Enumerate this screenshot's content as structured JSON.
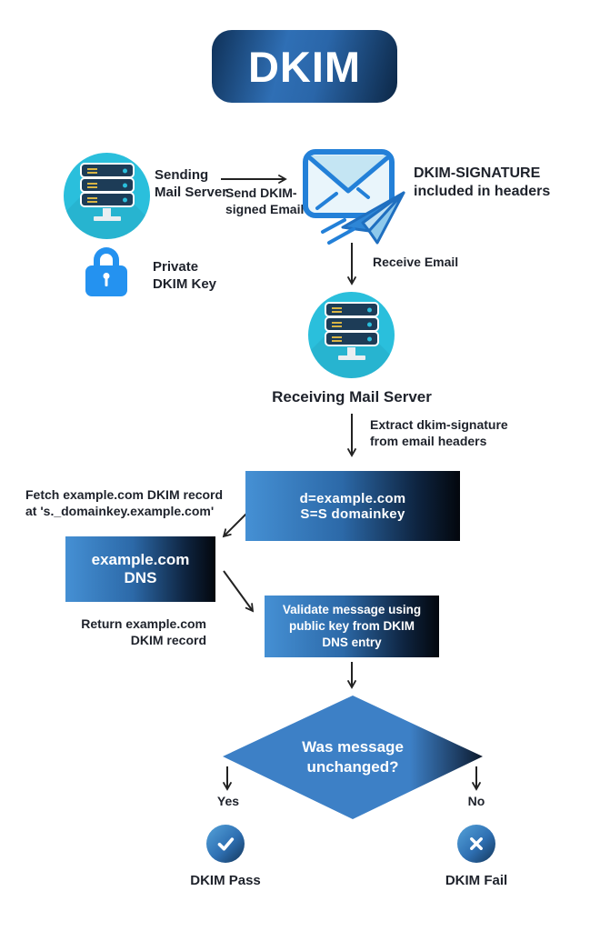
{
  "title": "DKIM",
  "flow": {
    "sending_server_label": "Sending\nMail Server",
    "send_arrow_label": "Send DKIM-\nsigned Email",
    "signature_note": "DKIM-SIGNATURE\nincluded in headers",
    "private_key_label": "Private\nDKIM Key",
    "receive_email_label": "Receive Email",
    "receiving_server_label": "Receiving Mail Server",
    "extract_label": "Extract dkim-signature\nfrom email headers",
    "signature_box": "d=example.com\nS=S domainkey",
    "fetch_label": "Fetch example.com DKIM record\nat 's._domainkey.example.com'",
    "dns_box": "example.com\nDNS",
    "return_label": "Return example.com\nDKIM record",
    "validate_box": "Validate message using\npublic key from DKIM\nDNS entry",
    "decision": "Was message\nunchanged?",
    "yes_label": "Yes",
    "no_label": "No",
    "pass_label": "DKIM Pass",
    "fail_label": "DKIM Fail"
  },
  "colors": {
    "accent_cyan": "#2ABFDC",
    "accent_blue": "#2492F0",
    "box_gradient_start": "#4590D4",
    "box_gradient_end": "#03070D",
    "diamond_blue": "#3D80C6",
    "text_dark": "#1E222B",
    "arrow": "#222222"
  }
}
